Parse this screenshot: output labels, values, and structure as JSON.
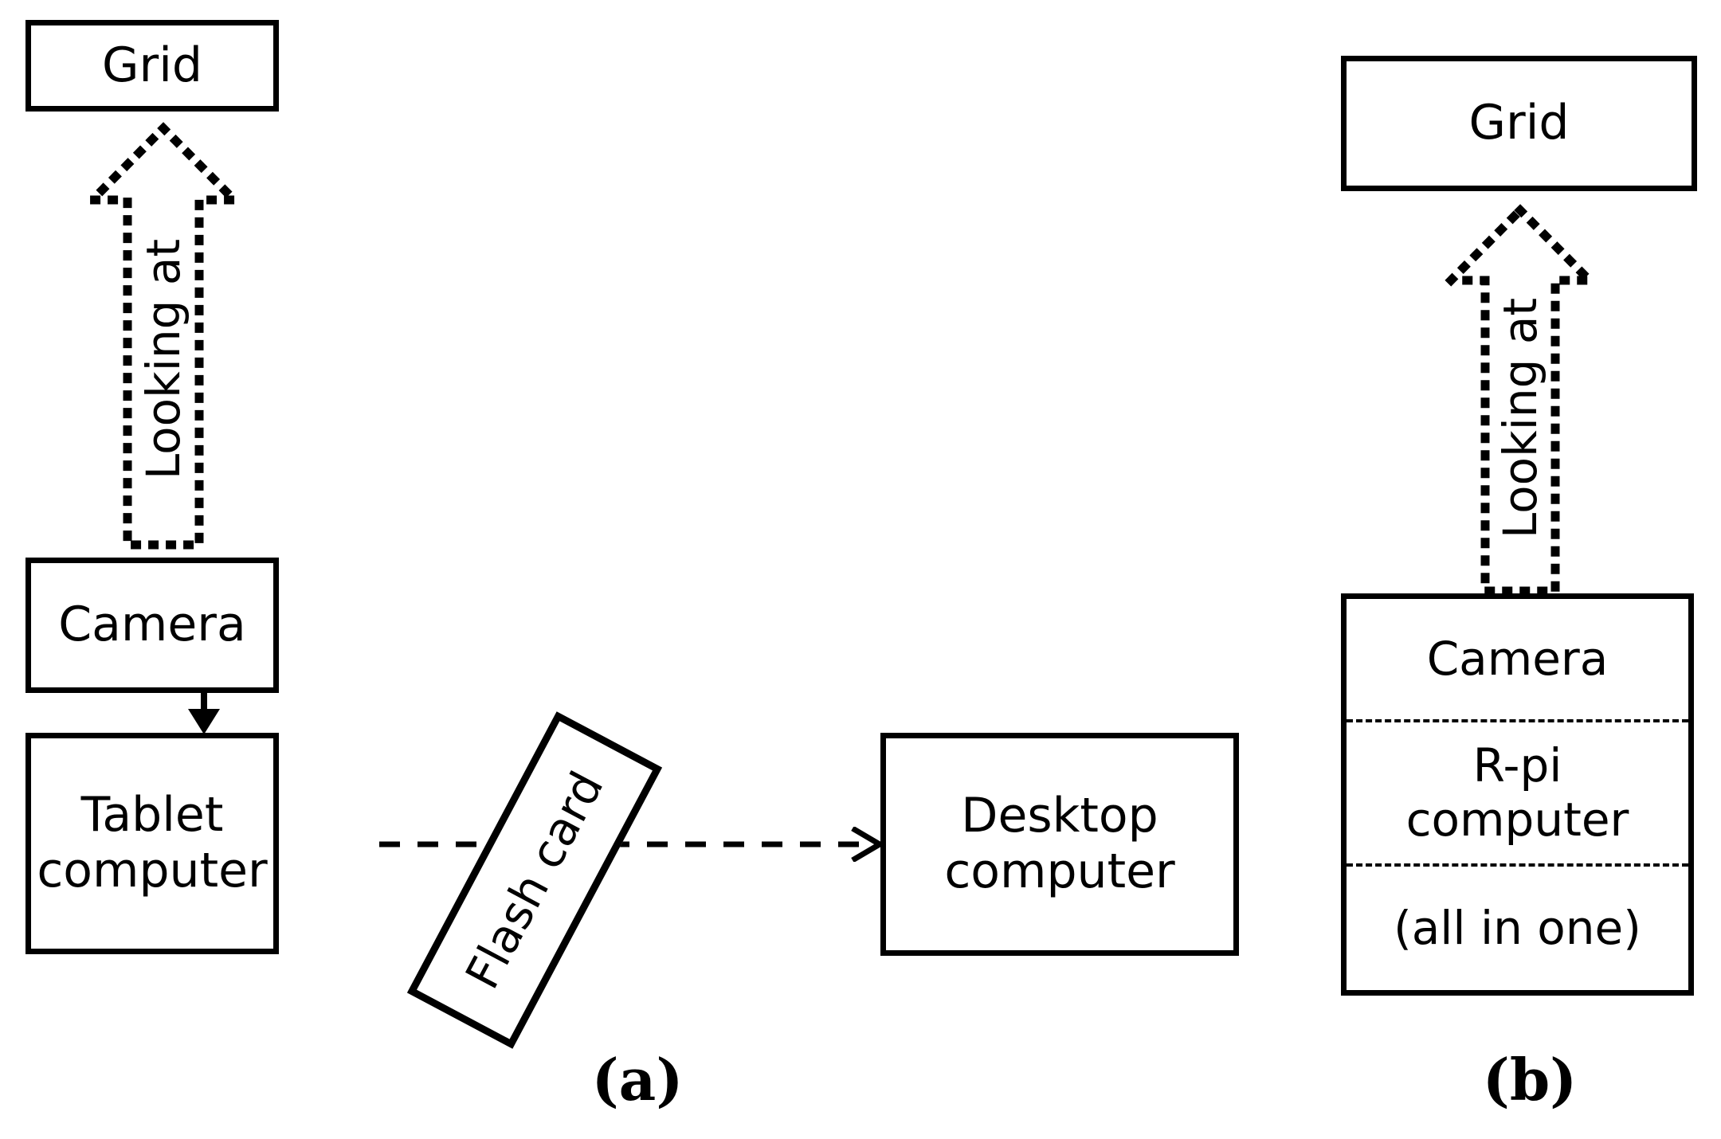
{
  "figure": {
    "panels": [
      {
        "id": "a",
        "caption": "(a)",
        "nodes": {
          "grid": "Grid",
          "camera": "Camera",
          "tablet_line1": "Tablet",
          "tablet_line2": "computer",
          "desktop_line1": "Desktop",
          "desktop_line2": "computer",
          "flash_card": "Flash card"
        },
        "edges": {
          "looking_at": "Looking at"
        }
      },
      {
        "id": "b",
        "caption": "(b)",
        "nodes": {
          "grid": "Grid",
          "camera": "Camera",
          "rpi_line1": "R-pi",
          "rpi_line2": "computer",
          "allinone": "(all in one)"
        },
        "edges": {
          "looking_at": "Looking at"
        }
      }
    ]
  },
  "colors": {
    "stroke": "#000000",
    "background": "#ffffff"
  }
}
